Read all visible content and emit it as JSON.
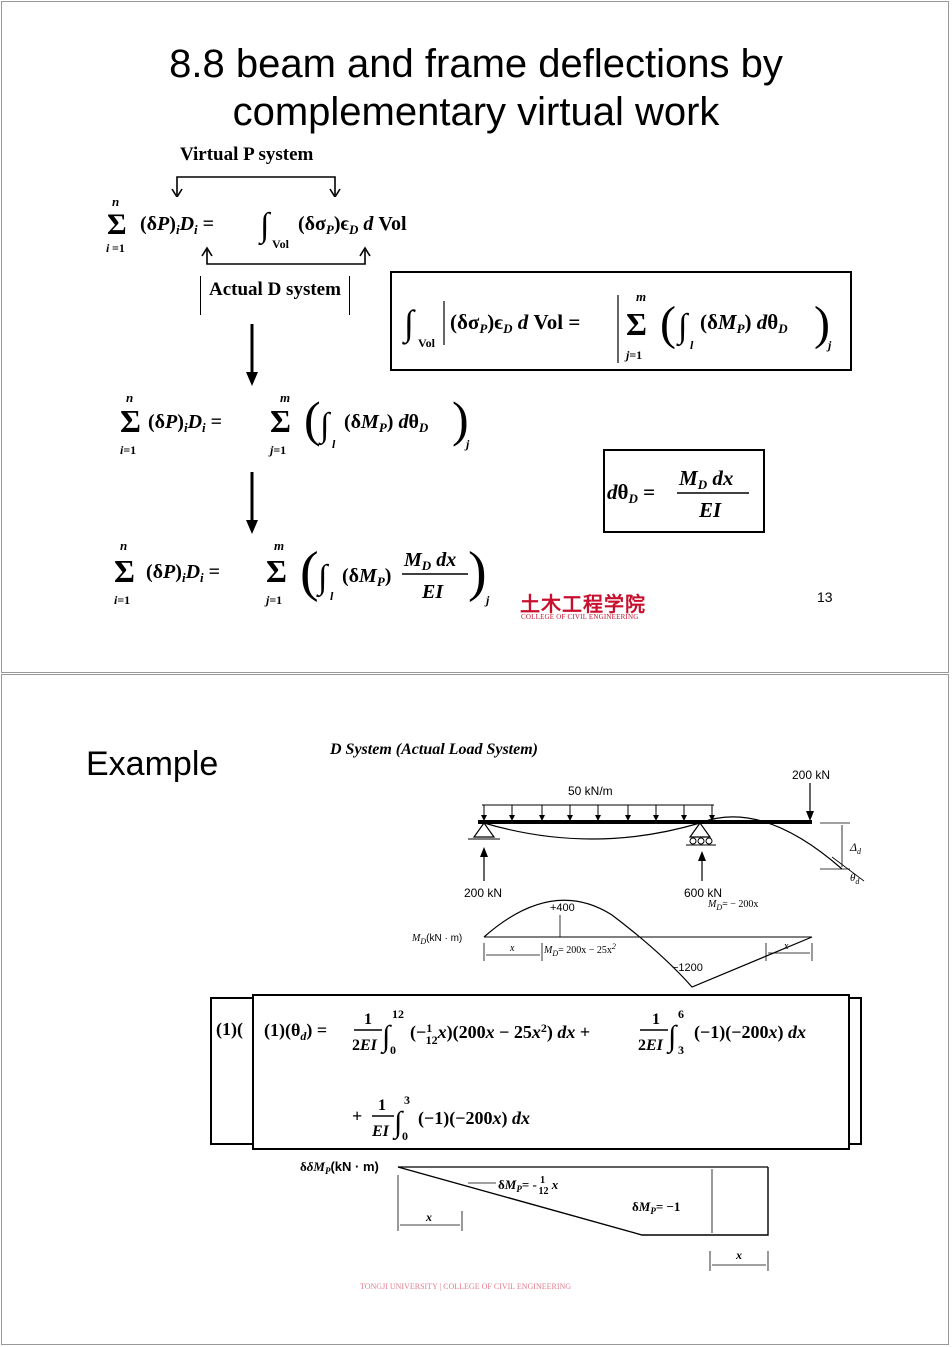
{
  "slide1": {
    "title_line1": "8.8 beam and frame deflections by",
    "title_line2": "complementary virtual work",
    "virtual_label": "Virtual P system",
    "actual_label": "Actual D system",
    "eq_main_left": "(δP)",
    "eq_main_right": "(δσ",
    "page_number": "13",
    "logo_cn": "土木工程学院",
    "logo_en": "COLLEGE OF CIVIL ENGINEERING"
  },
  "slide2": {
    "heading": "Example",
    "diagram_title": "D System (Actual Load System)",
    "load_udl": "50 kN/m",
    "load_point": "200 kN",
    "reaction_left": "200 kN",
    "reaction_right": "600 kN",
    "delta_d": "Δ",
    "theta_d": "θ",
    "moment_pos": "+400",
    "moment_neg": "−1200",
    "md_label": "M",
    "md_units": "(kN · m)",
    "md_eq_left": "= 200x − 25x",
    "md_eq_right": "= − 200x",
    "x_label": "x",
    "dmp_label": "δM",
    "dmp_units": "(kN · m)",
    "dmp_eq_left": "= - ",
    "dmp_eq_right": "= −1",
    "box_prefix": "(1)(",
    "footer_text": "TONGJI UNIVERSITY  |  COLLEGE OF CIVIL ENGINEERING"
  }
}
